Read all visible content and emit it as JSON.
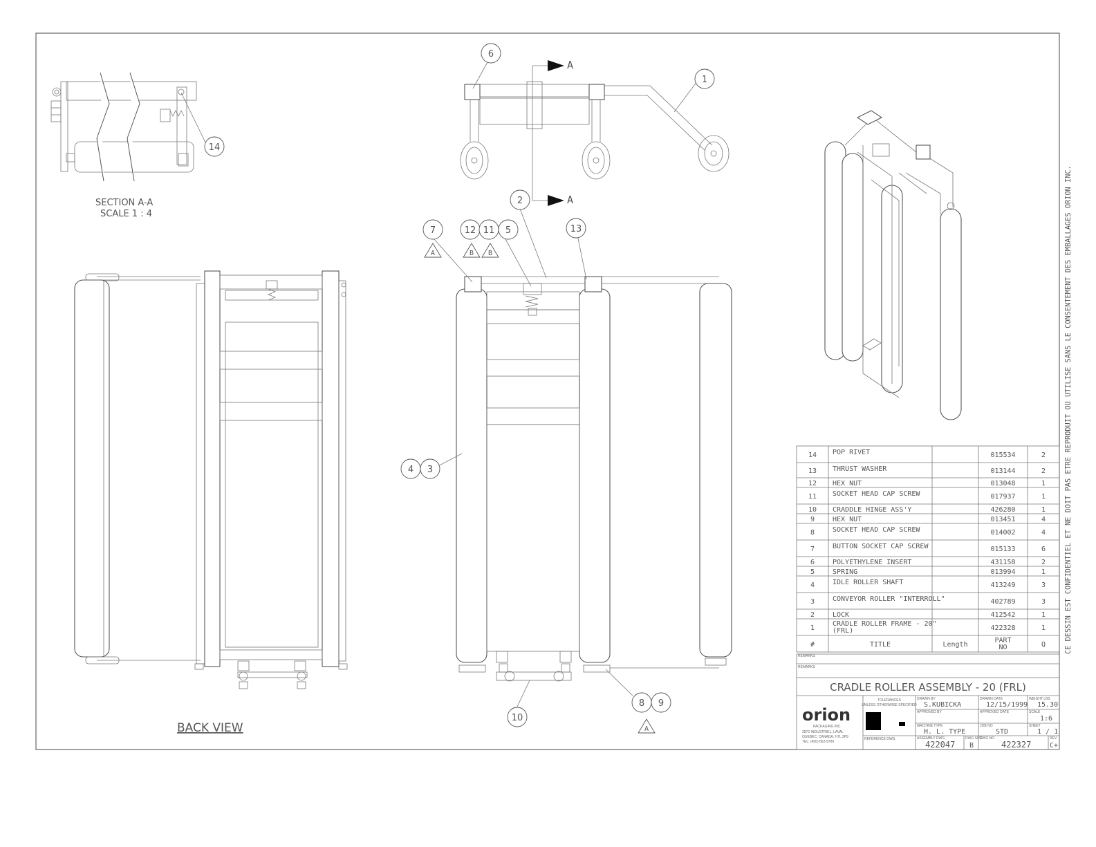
{
  "views": {
    "section_label": "SECTION A-A",
    "section_scale": "SCALE 1 : 4",
    "back_view_label": "BACK VIEW",
    "section_marker": "A"
  },
  "balloons": [
    {
      "id": "b6",
      "text": "6"
    },
    {
      "id": "b1",
      "text": "1"
    },
    {
      "id": "b14",
      "text": "14"
    },
    {
      "id": "b2",
      "text": "2"
    },
    {
      "id": "b7",
      "text": "7"
    },
    {
      "id": "b12",
      "text": "12"
    },
    {
      "id": "b11",
      "text": "11"
    },
    {
      "id": "b5",
      "text": "5"
    },
    {
      "id": "b13",
      "text": "13"
    },
    {
      "id": "b4",
      "text": "4"
    },
    {
      "id": "b3",
      "text": "3"
    },
    {
      "id": "b10",
      "text": "10"
    },
    {
      "id": "b8",
      "text": "8"
    },
    {
      "id": "b9",
      "text": "9"
    }
  ],
  "rev_triangles": [
    "A",
    "B",
    "B",
    "A"
  ],
  "bom": {
    "rows": [
      {
        "item": "14",
        "title": "POP RIVET",
        "length": "",
        "part": "015534",
        "qty": "2"
      },
      {
        "item": "13",
        "title": "THRUST WASHER",
        "length": "",
        "part": "013144",
        "qty": "2"
      },
      {
        "item": "12",
        "title": "HEX NUT",
        "length": "",
        "part": "013048",
        "qty": "1"
      },
      {
        "item": "11",
        "title": "SOCKET HEAD CAP SCREW",
        "length": "",
        "part": "017937",
        "qty": "1"
      },
      {
        "item": "10",
        "title": "CRADDLE HINGE ASS'Y",
        "length": "",
        "part": "426280",
        "qty": "1"
      },
      {
        "item": "9",
        "title": "HEX NUT",
        "length": "",
        "part": "013451",
        "qty": "4"
      },
      {
        "item": "8",
        "title": "SOCKET HEAD CAP SCREW",
        "length": "",
        "part": "014002",
        "qty": "4"
      },
      {
        "item": "7",
        "title": "BUTTON SOCKET CAP SCREW",
        "length": "",
        "part": "015133",
        "qty": "6"
      },
      {
        "item": "6",
        "title": "POLYETHYLENE INSERT",
        "length": "",
        "part": "431158",
        "qty": "2"
      },
      {
        "item": "5",
        "title": "SPRING",
        "length": "",
        "part": "013994",
        "qty": "1"
      },
      {
        "item": "4",
        "title": "IDLE ROLLER SHAFT",
        "length": "",
        "part": "413249",
        "qty": "3"
      },
      {
        "item": "3",
        "title": "CONVEYOR ROLLER \"INTERROLL\"",
        "length": "",
        "part": "402789",
        "qty": "3"
      },
      {
        "item": "2",
        "title": "LOCK",
        "length": "",
        "part": "412542",
        "qty": "1"
      },
      {
        "item": "1",
        "title": "CRADLE ROLLER FRAME - 20\" (FRL)",
        "length": "",
        "part": "422328",
        "qty": "1"
      }
    ],
    "header": {
      "item": "#",
      "title": "TITLE",
      "length": "Length",
      "part": "PART NO",
      "qty": "Q"
    }
  },
  "title_block": {
    "remarks_label_1": "REMARKS",
    "remarks_label_2": "REMARKS",
    "title": "CRADLE ROLLER ASSEMBLY - 20 (FRL)",
    "company": "orion",
    "company_sub": "PACKAGING INC.",
    "address_1": "2872 INDUSTRIEL, LAVAL",
    "address_2": "QUEBEC, CANADA, H7L 3P9",
    "address_3": "TEL: (450) 662-9789",
    "tolerances": "TOLERANCES",
    "tolerances_sub": "UNLESS OTHERWISE SPECIFIED",
    "reference_dwg": "REFERENCE DWG.",
    "drawn_by_label": "DRAWN BY",
    "drawn_by": "S.KUBICKA",
    "drawn_date_label": "DRAWN DATE",
    "drawn_date": "12/15/1999",
    "weight_label": "WEIGHT LBS",
    "weight": "15.30",
    "approved_by_label": "APPROVED BY",
    "approved_date_label": "APPROVED DATE",
    "scale_label": "SCALE",
    "scale": "1:6",
    "machine_type_label": "MACHINE TYPE",
    "machine_type": "H. L. TYPE",
    "job_no_label": "JOB NO",
    "job_no": "STD",
    "sheet_label": "SHEET",
    "sheet": "1 / 1",
    "assembly_dwg_label": "ASSEMBLY DWG",
    "assembly_dwg": "422047",
    "dwg_size_label": "DWG SIZE",
    "dwg_size": "B",
    "dwg_no_label": "DWG NO",
    "dwg_no": "422327",
    "rev_label": "REV",
    "rev": "C+"
  },
  "confidential_notice": "CE DESSIN EST CONFIDENTIEL ET NE DOIT PAS ETRE REPRODUIT OU UTILISE SANS LE CONSENTEMENT DES EMBALLAGES ORION INC.",
  "colors": {
    "line": "#555555",
    "paper": "#ffffff",
    "redaction": "#000000"
  }
}
